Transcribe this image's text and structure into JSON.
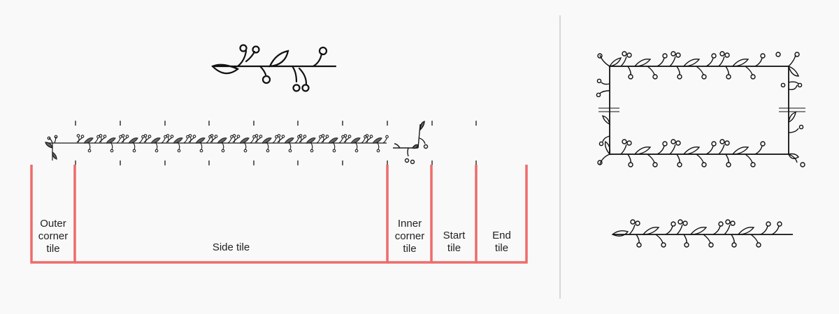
{
  "labels": {
    "outer_corner": [
      "Outer",
      "corner",
      "tile"
    ],
    "side": [
      "Side tile"
    ],
    "inner_corner": [
      "Inner",
      "corner",
      "tile"
    ],
    "start": [
      "Start",
      "tile"
    ],
    "end": [
      "End",
      "tile"
    ]
  },
  "colors": {
    "background": "#f9f9f9",
    "bracket": "#ee6b6b",
    "ink": "#1a1a1a",
    "tick": "#333333",
    "divider": "#cccccc"
  },
  "icons": {
    "vine_motif": "vine-branch-icon",
    "vine_frame": "vine-frame-icon",
    "vine_border_line": "vine-border-line-icon"
  }
}
